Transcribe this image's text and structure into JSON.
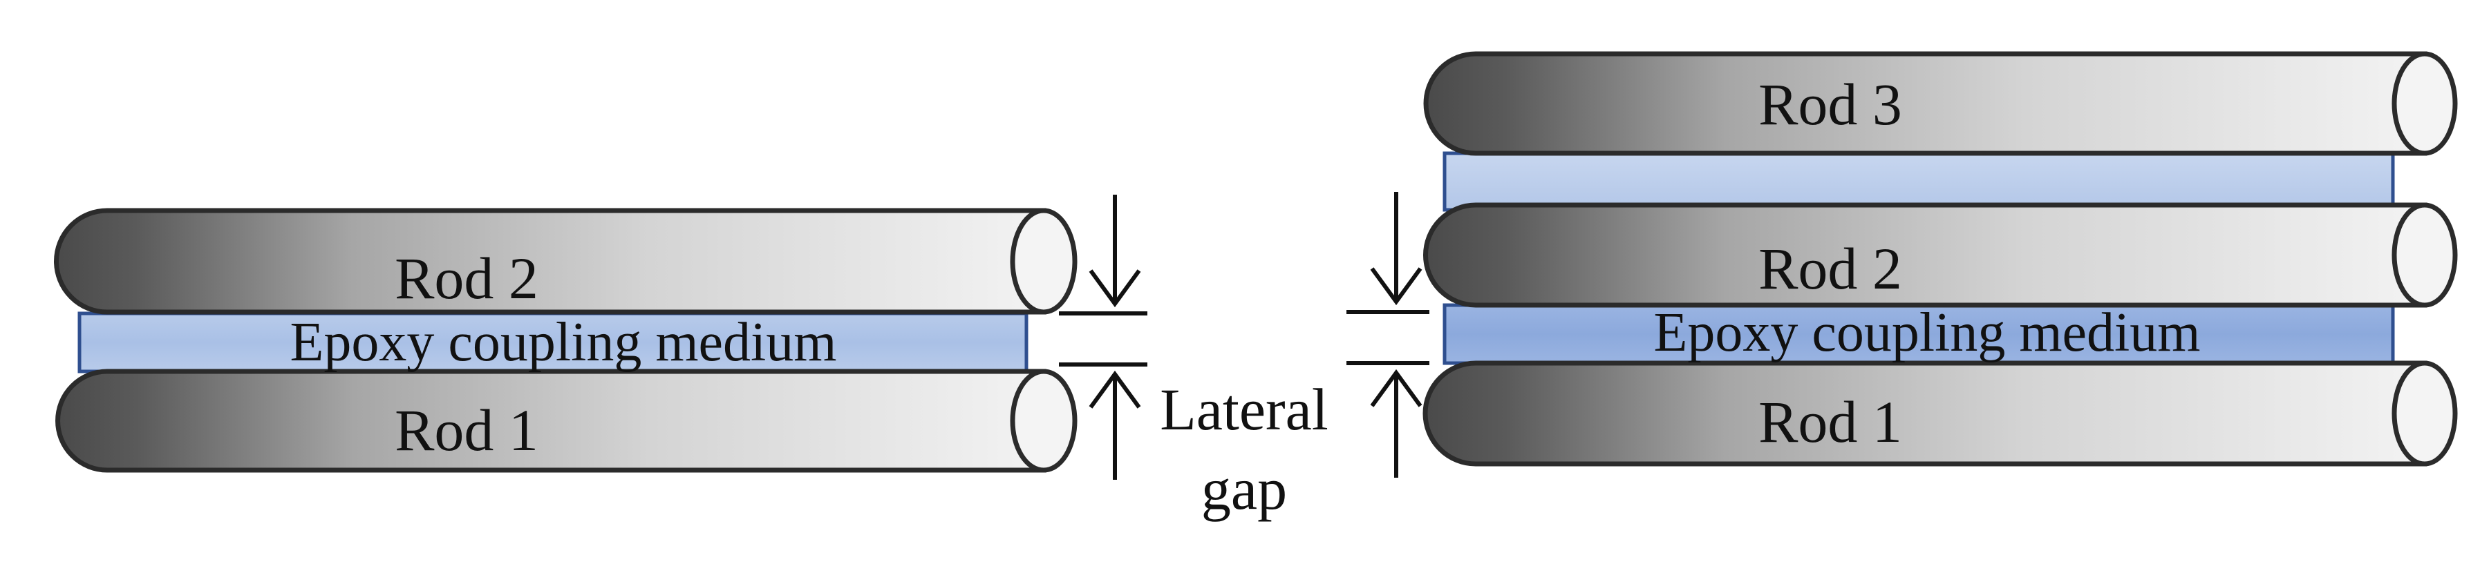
{
  "left_assembly": {
    "rod_top": "Rod 2",
    "medium": "Epoxy coupling medium",
    "rod_bottom": "Rod 1"
  },
  "right_assembly": {
    "rod_top": "Rod 3",
    "rod_middle": "Rod 2",
    "medium": "Epoxy coupling medium",
    "rod_bottom": "Rod 1"
  },
  "gap_label": {
    "line1": "Lateral",
    "line2": "gap"
  },
  "colors": {
    "rod_dark": "#4a4a4a",
    "rod_light": "#f4f4f4",
    "rod_outline": "#2b2b2b",
    "epoxy_light": "#c3d3ee",
    "epoxy_mid": "#9db6e3",
    "epoxy_border": "#2f4f8f"
  }
}
